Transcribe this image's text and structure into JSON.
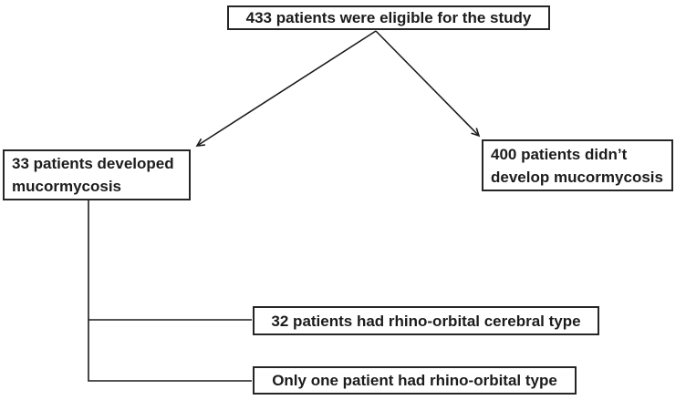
{
  "diagram": {
    "type": "flowchart",
    "colors": {
      "background": "#ffffff",
      "box_border": "#262626",
      "box_fill": "#ffffff",
      "text": "#1c1c1c",
      "line": "#1c1c1c"
    },
    "nodes": [
      {
        "id": "eligible",
        "label": "433 patients were eligible for the study"
      },
      {
        "id": "developed",
        "label": "33 patients developed\nmucormycosis"
      },
      {
        "id": "not-developed",
        "label": "400 patients didn’t\ndevelop mucormycosis"
      },
      {
        "id": "cerebral",
        "label": "32 patients had rhino-orbital cerebral type"
      },
      {
        "id": "orbital",
        "label": "Only one patient had rhino-orbital type"
      }
    ],
    "edges": [
      {
        "from": "eligible",
        "to": "developed",
        "style": "arrow"
      },
      {
        "from": "eligible",
        "to": "not-developed",
        "style": "arrow"
      },
      {
        "from": "developed",
        "to": "cerebral",
        "style": "elbow-line"
      },
      {
        "from": "developed",
        "to": "orbital",
        "style": "elbow-line"
      }
    ]
  }
}
